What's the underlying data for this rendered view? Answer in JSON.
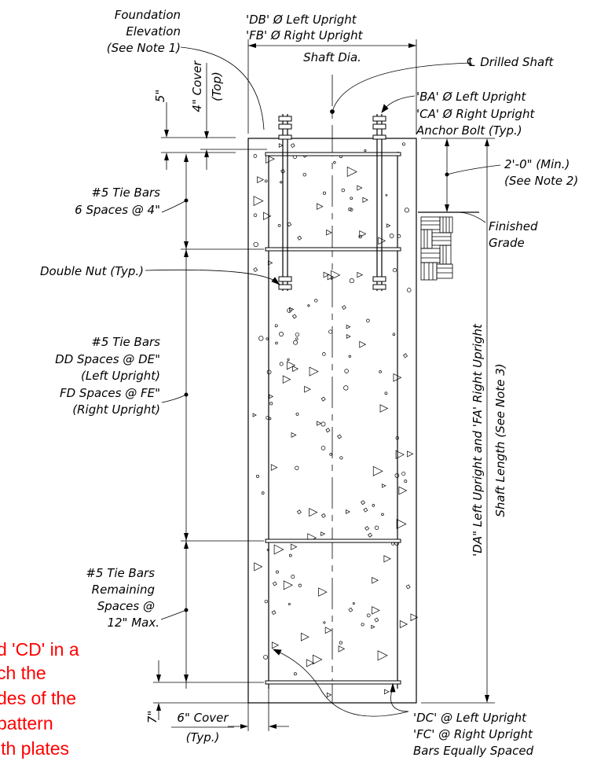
{
  "labels": {
    "foundation_elev_1": "Foundation",
    "foundation_elev_2": "Elevation",
    "foundation_elev_3": "(See Note 1)",
    "db_left": "'DB' Ø Left Upright",
    "fb_right": "'FB' Ø Right Upright",
    "shaft_dia": "Shaft Dia.",
    "centerline": "℄ Drilled Shaft",
    "ba_left": "'BA' Ø Left Upright",
    "ca_right": "'CA' Ø Right Upright",
    "anchor_bolt": "Anchor Bolt (Typ.)",
    "dim_5": "5\"",
    "cover_4": "4\" Cover",
    "cover_top": "(Top)",
    "min_2ft": "2'-0\" (Min.)",
    "note2": "(See Note 2)",
    "tie_top_1": "#5 Tie Bars",
    "tie_top_2": "6 Spaces @ 4\"",
    "finished_1": "Finished",
    "finished_2": "Grade",
    "double_nut": "Double Nut (Typ.)",
    "tie_mid_1": "#5 Tie Bars",
    "tie_mid_2": "DD Spaces @ DE\"",
    "tie_mid_3": "(Left Upright)",
    "tie_mid_4": "FD Spaces @ FE\"",
    "tie_mid_5": "(Right Upright)",
    "shaft_len_1": "'DA\" Left Upright and 'FA' Right Upright",
    "shaft_len_2": "Shaft Length (See Note 3)",
    "tie_bot_1": "#5 Tie Bars",
    "tie_bot_2": "Remaining",
    "tie_bot_3": "Spaces @",
    "tie_bot_4": "12\" Max.",
    "dim_7": "7\"",
    "cover_6": "6\" Cover",
    "cover_typ": "(Typ.)",
    "dc_left": "'DC' @ Left Upright",
    "fc_right": "'FC' @ Right Upright",
    "bars_equal": "Bars Equally Spaced"
  },
  "overlay": {
    "line1": "d 'CD' in a",
    "line2": "ch the",
    "line3": "des of the",
    "line4": "pattern",
    "line5": "ith plates"
  },
  "colors": {
    "overlay": "#ff0000",
    "lines": "#000000"
  }
}
